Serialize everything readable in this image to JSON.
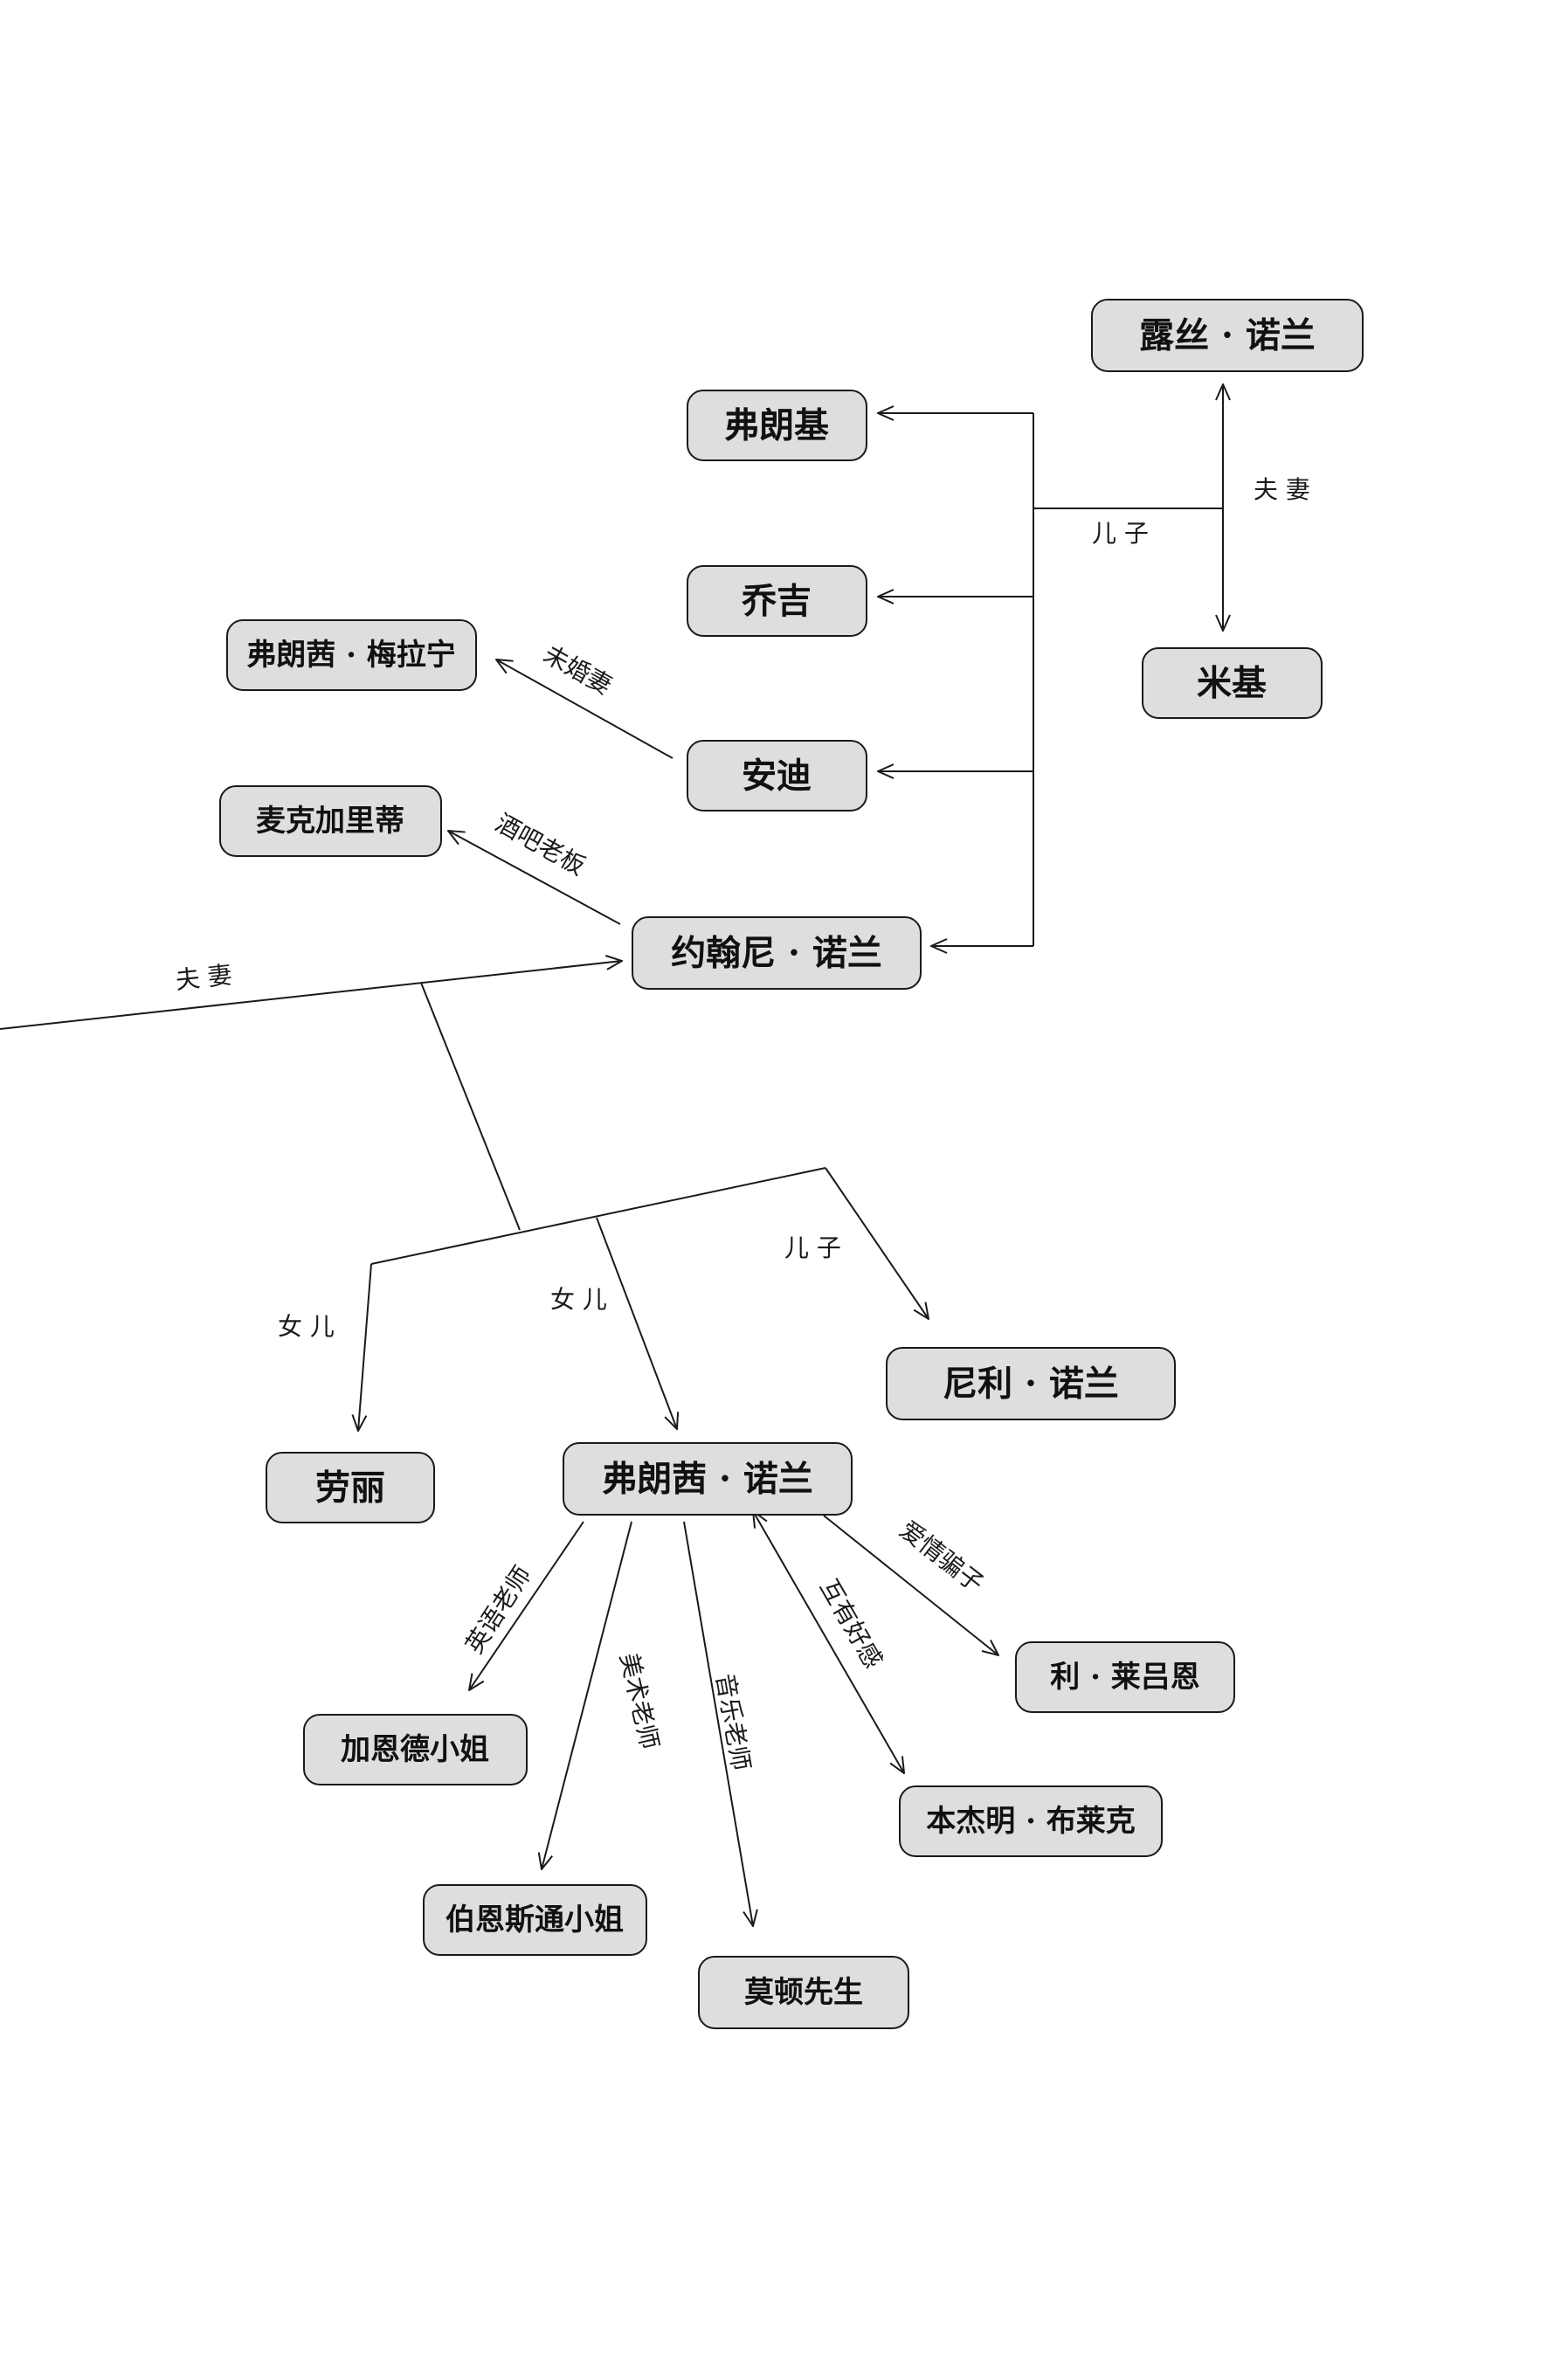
{
  "nodes": {
    "lusi": "露丝 · 诺兰",
    "fulangji": "弗朗基",
    "qiaoji": "乔吉",
    "andi": "安迪",
    "yuehanni": "约翰尼 · 诺兰",
    "miji": "米基",
    "fulangxi_meilaning": "弗朗茜 · 梅拉宁",
    "maikejialidi": "麦克加里蒂",
    "nili": "尼利 · 诺兰",
    "laoli": "劳丽",
    "fulangxi_nuolan": "弗朗茜 · 诺兰",
    "li_laiyuen": "利 · 莱吕恩",
    "jiaende": "加恩德小姐",
    "benjieming": "本杰明 · 布莱克",
    "boensitong": "伯恩斯通小姐",
    "moton": "莫顿先生"
  },
  "edge_labels": {
    "fuqi_top": "夫 妻",
    "erzi_top": "儿 子",
    "weihunqi": "未婚妻",
    "jiuba": "酒吧老板",
    "fuqi_left": "夫 妻",
    "erzi_mid": "儿 子",
    "nver_left": "女 儿",
    "nver_mid": "女 儿",
    "yingyu": "英语老师",
    "meishu": "美术老师",
    "yinyue": "音乐老师",
    "huyou": "互有好感",
    "aiqing": "爱情骗子"
  }
}
